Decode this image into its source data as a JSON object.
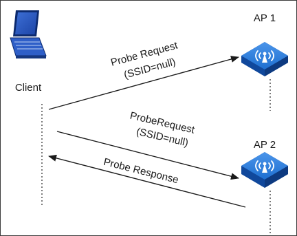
{
  "client_label": "Client",
  "ap1_label": "AP 1",
  "ap2_label": "AP 2",
  "messages": [
    {
      "line1": "Probe Request",
      "line2": "(SSID=null)"
    },
    {
      "line1": "ProbeRequest",
      "line2": "(SSID=null)"
    },
    {
      "line1": "Probe Response",
      "line2": ""
    }
  ],
  "colors": {
    "ap_blue": "#1e6fd0",
    "ap_blue_dark": "#10489c",
    "laptop_blue": "#2f5fc8",
    "line": "#222222"
  }
}
